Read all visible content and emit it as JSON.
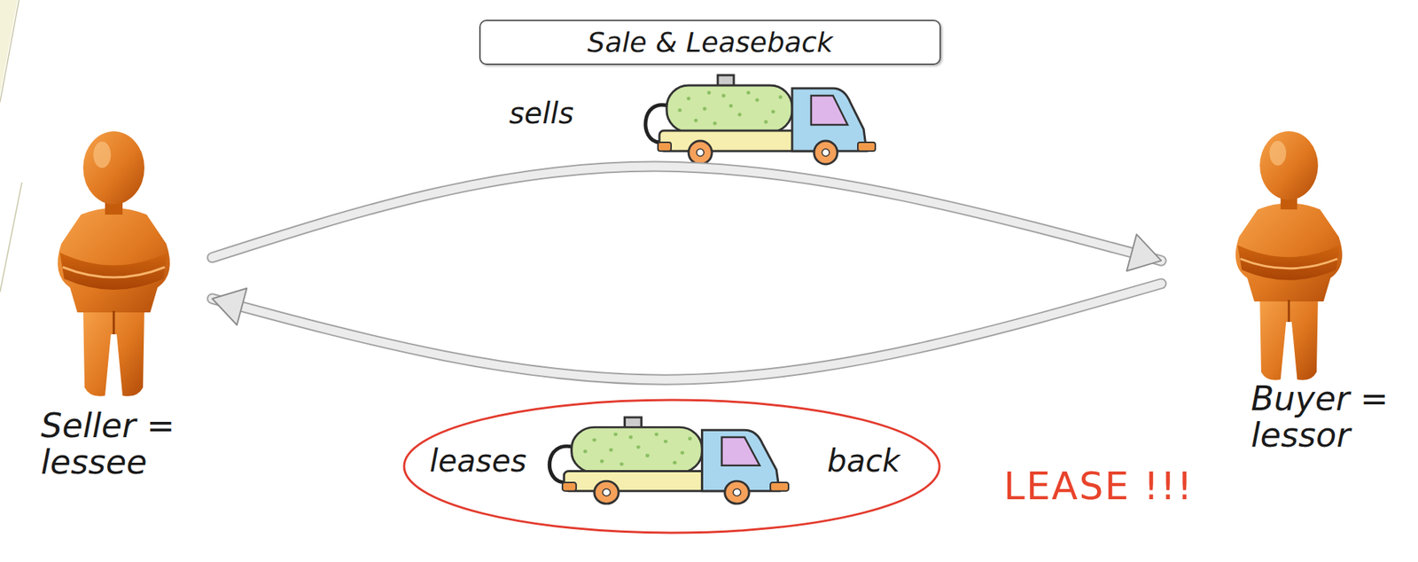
{
  "diagram": {
    "title": "Sale & Leaseback",
    "nodes": [
      {
        "text": [
          "Seller = lessee"
        ]
      },
      {
        "text": [
          "Buyer = lessor"
        ]
      },
      {
        "text": [
          "leases",
          "back"
        ]
      }
    ],
    "edges": [
      {
        "from": 0,
        "to": 1,
        "label": "sells",
        "arrow": "to"
      },
      {
        "from": 1,
        "to": 0,
        "arrow": "to"
      }
    ],
    "labels": [
      "LEASE !!!"
    ]
  }
}
